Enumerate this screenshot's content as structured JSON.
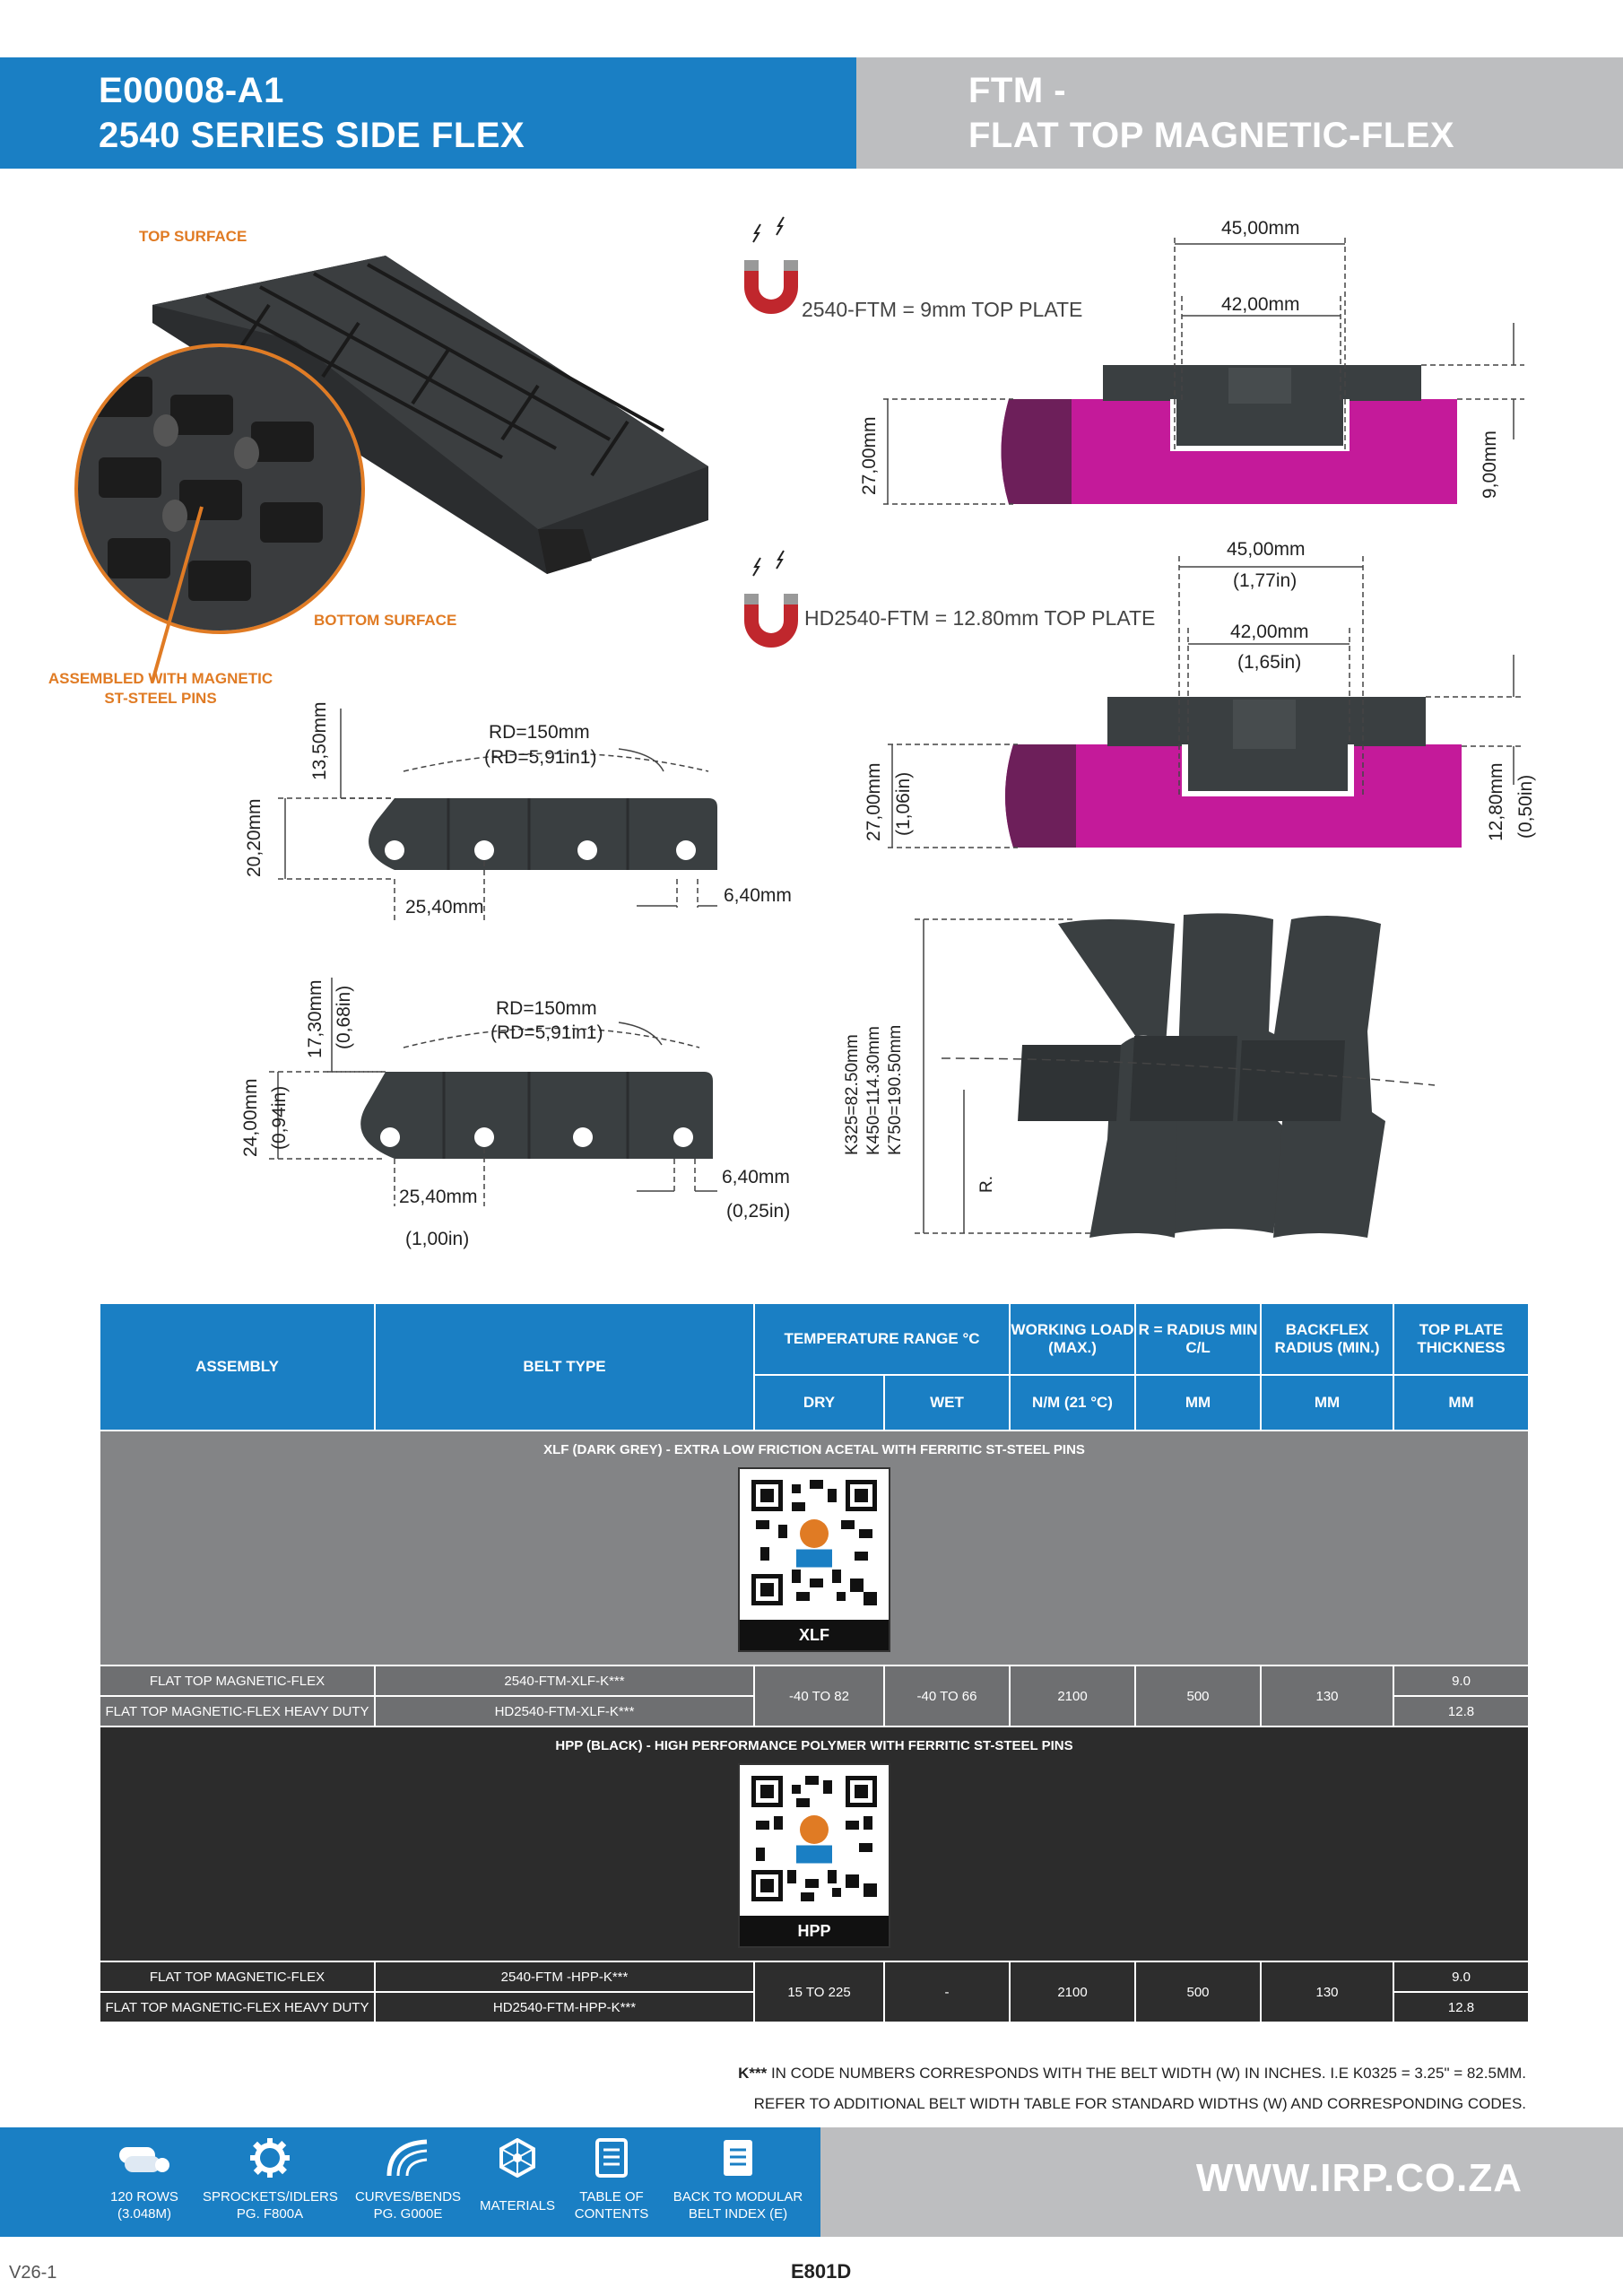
{
  "header": {
    "left_line1": "E00008-A1",
    "left_line2": "2540 SERIES SIDE FLEX",
    "right_line1": "FTM -",
    "right_line2": "FLAT TOP MAGNETIC-FLEX"
  },
  "figures": {
    "top_surface": "TOP SURFACE",
    "bottom_surface": "BOTTOM SURFACE",
    "assembled_line1": "ASSEMBLED WITH MAGNETIC",
    "assembled_line2": "ST-STEEL PINS",
    "ftm_plate": "2540-FTM = 9mm TOP PLATE",
    "hd_plate": "HD2540-FTM = 12.80mm TOP PLATE",
    "ftm_dims": {
      "w45": "45,00mm",
      "w42": "42,00mm",
      "h27": "27,00mm",
      "h9": "9,00mm"
    },
    "hd_dims": {
      "w45": "45,00mm",
      "w45in": "(1,77in)",
      "w42": "42,00mm",
      "w42in": "(1,65in)",
      "h27": "27,00mm",
      "h27in": "(1,06in)",
      "h12": "12,80mm",
      "h12in": "(0,50in)"
    },
    "side1": {
      "rd": "RD=150mm",
      "rd2": "(RD=5,91in1)",
      "h13": "13,50mm",
      "h20": "20,20mm",
      "pitch": "25,40mm",
      "gap": "6,40mm"
    },
    "side2": {
      "rd": "RD=150mm",
      "rd2": "(RD=5,91in1)",
      "h17": "17,30mm",
      "h17in": "(0,68in)",
      "h24": "24,00mm",
      "h24in": "(0,94in)",
      "pitch": "25,40mm",
      "pitchin": "(1,00in)",
      "gap": "6,40mm",
      "gapin": "(0,25in)"
    },
    "radius": {
      "k325": "K325=82.50mm",
      "k450": "K450=114.30mm",
      "k750": "K750=190.50mm",
      "r": "R."
    }
  },
  "table": {
    "headers": {
      "assembly": "ASSEMBLY",
      "belt_type": "BELT TYPE",
      "temperature": "TEMPERATURE RANGE °C",
      "working_load": "WORKING LOAD (MAX.)",
      "radius": "R = RADIUS MIN C/L",
      "backflex": "BACKFLEX RADIUS (MIN.)",
      "top_plate": "TOP PLATE THICKNESS",
      "dry": "DRY",
      "wet": "WET",
      "nm": "N/M (21 °C)",
      "mm1": "MM",
      "mm2": "MM",
      "mm3": "MM"
    },
    "xlf": {
      "title": "XLF (DARK GREY) - EXTRA LOW FRICTION ACETAL WITH FERRITIC  ST-STEEL PINS",
      "qr_label": "XLF",
      "rows": [
        {
          "assembly": "FLAT TOP MAGNETIC-FLEX",
          "belt": "2540-FTM-XLF-K***",
          "plate": "9.0"
        },
        {
          "assembly": "FLAT TOP MAGNETIC-FLEX HEAVY DUTY",
          "belt": "HD2540-FTM-XLF-K***",
          "plate": "12.8"
        }
      ],
      "dry": "-40 TO 82",
      "wet": "-40 TO 66",
      "load": "2100",
      "radius": "500",
      "backflex": "130"
    },
    "hpp": {
      "title": "HPP (BLACK) - HIGH PERFORMANCE POLYMER WITH FERRITIC ST-STEEL PINS",
      "qr_label": "HPP",
      "rows": [
        {
          "assembly": "FLAT TOP MAGNETIC-FLEX",
          "belt": "2540-FTM -HPP-K***",
          "plate": "9.0"
        },
        {
          "assembly": "FLAT TOP MAGNETIC-FLEX HEAVY DUTY",
          "belt": "HD2540-FTM-HPP-K***",
          "plate": "12.8"
        }
      ],
      "dry": "15 TO 225",
      "wet": "-",
      "load": "2100",
      "radius": "500",
      "backflex": "130"
    }
  },
  "notes": {
    "line1_bold": "K***",
    "line1": " IN CODE NUMBERS CORRESPONDS WITH THE BELT WIDTH (W) IN INCHES. I.E K0325 = 3.25\" = 82.5MM.",
    "line2": "REFER TO ADDITIONAL BELT WIDTH TABLE FOR STANDARD WIDTHS (W) AND CORRESPONDING CODES."
  },
  "footer": {
    "items": [
      {
        "line1": "120 ROWS",
        "line2": "(3.048M)",
        "icon": "rollers-icon"
      },
      {
        "line1": "SPROCKETS/IDLERS",
        "line2": "PG. F800A",
        "icon": "sprocket-icon"
      },
      {
        "line1": "CURVES/BENDS",
        "line2": "PG. G000E",
        "icon": "curve-icon"
      },
      {
        "line1": "MATERIALS",
        "line2": "",
        "icon": "materials-icon"
      },
      {
        "line1": "TABLE OF",
        "line2": "CONTENTS",
        "icon": "document-icon"
      },
      {
        "line1": "BACK TO MODULAR",
        "line2": "BELT INDEX (E)",
        "icon": "document-icon"
      }
    ],
    "url": "WWW.IRP.CO.ZA",
    "version": "V26-1",
    "page_code": "E801D"
  },
  "colors": {
    "brand_blue": "#1a7fc4",
    "header_grey": "#bdbec0",
    "accent_orange": "#e07b24",
    "magenta": "#c41a9a",
    "belt_dark": "#3a3f41"
  }
}
